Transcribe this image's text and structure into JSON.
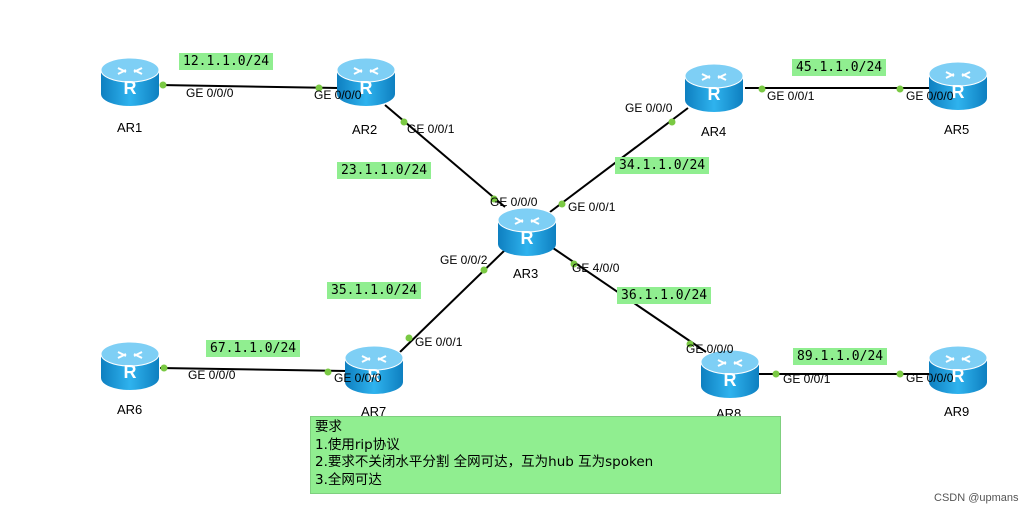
{
  "routers": [
    {
      "id": "AR1",
      "label": "AR1"
    },
    {
      "id": "AR2",
      "label": "AR2"
    },
    {
      "id": "AR3",
      "label": "AR3"
    },
    {
      "id": "AR4",
      "label": "AR4"
    },
    {
      "id": "AR5",
      "label": "AR5"
    },
    {
      "id": "AR6",
      "label": "AR6"
    },
    {
      "id": "AR7",
      "label": "AR7"
    },
    {
      "id": "AR8",
      "label": "AR8"
    },
    {
      "id": "AR9",
      "label": "AR9"
    }
  ],
  "router_icon_letter": "R",
  "subnets": {
    "ar1_ar2": "12.1.1.0/24",
    "ar2_ar3": "23.1.1.0/24",
    "ar3_ar4": "34.1.1.0/24",
    "ar4_ar5": "45.1.1.0/24",
    "ar3_ar7": "35.1.1.0/24",
    "ar3_ar8": "36.1.1.0/24",
    "ar6_ar7": "67.1.1.0/24",
    "ar8_ar9": "89.1.1.0/24"
  },
  "ports": {
    "ar1_g000": "GE 0/0/0",
    "ar2_g000": "GE 0/0/0",
    "ar2_g001": "GE 0/0/1",
    "ar3_g000": "GE 0/0/0",
    "ar3_g001": "GE 0/0/1",
    "ar3_g002": "GE 0/0/2",
    "ar3_g400": "GE 4/0/0",
    "ar4_g000": "GE 0/0/0",
    "ar4_g001": "GE 0/0/1",
    "ar5_g000": "GE 0/0/0",
    "ar6_g000": "GE 0/0/0",
    "ar7_g000": "GE 0/0/0",
    "ar7_g001": "GE 0/0/1",
    "ar8_g000": "GE 0/0/0",
    "ar8_g001": "GE 0/0/1",
    "ar9_g000": "GE 0/0/0"
  },
  "requirements": {
    "title": "要求",
    "line1": "1.使用rip协议",
    "line2": "2.要求不关闭水平分割  全网可达，互为hub 互为spoken",
    "line3": "3.全网可达"
  },
  "colors": {
    "router_body": "#1ba1e2",
    "router_top": "#7ecff5",
    "link": "#000000",
    "port_dot": "#7ac943",
    "label_bg": "#90ee90"
  },
  "credit": "CSDN @upmans"
}
